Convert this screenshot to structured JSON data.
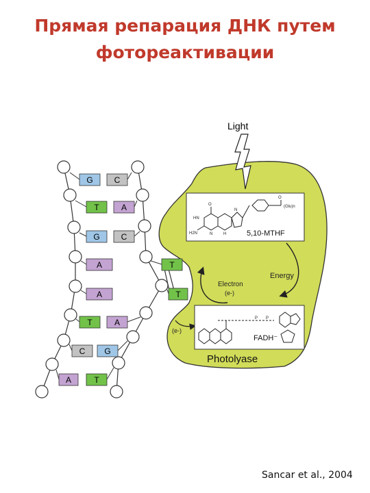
{
  "title": {
    "line1": "Прямая репарация ДНК путем",
    "line2": "фотореактивации"
  },
  "diagram": {
    "light_label": "Light",
    "energy_label": "Energy",
    "electron_label": "Electron",
    "electron_sub": "(e-)",
    "electron_small": "(e-)",
    "mthf_label": "5,10-MTHF",
    "fadh_label": "FADH⁻",
    "enzyme_label": "Photolyase",
    "cooh_label": "(Glu)n",
    "base_pairs": [
      {
        "left": "G",
        "right": "C"
      },
      {
        "left": "T",
        "right": "A"
      },
      {
        "left": "G",
        "right": "C"
      },
      {
        "left": "A",
        "right": "T"
      },
      {
        "left": "A",
        "right": "T"
      },
      {
        "left": "T",
        "right": "A"
      },
      {
        "left": "C",
        "right": "G"
      },
      {
        "left": "A",
        "right": "T"
      }
    ]
  },
  "colors": {
    "title": "#c0392b",
    "photolyase": "#d1dc59",
    "base_G": "#9fc6e6",
    "base_C": "#c2c2c2",
    "base_T": "#72c24a",
    "base_A": "#c3a3d1"
  },
  "credit": "Sancar et al., 2004"
}
